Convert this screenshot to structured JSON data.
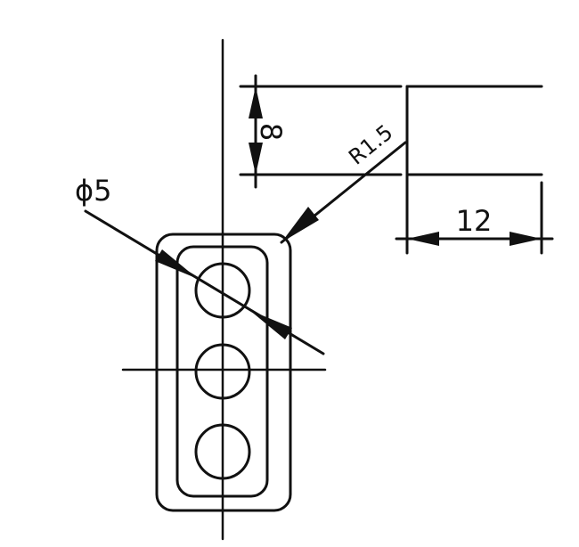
{
  "dimensions": {
    "height": "8",
    "width": "12",
    "radius": "R1.5",
    "diameter": "ϕ5"
  },
  "colors": {
    "line": "#111111",
    "background": "#ffffff"
  }
}
